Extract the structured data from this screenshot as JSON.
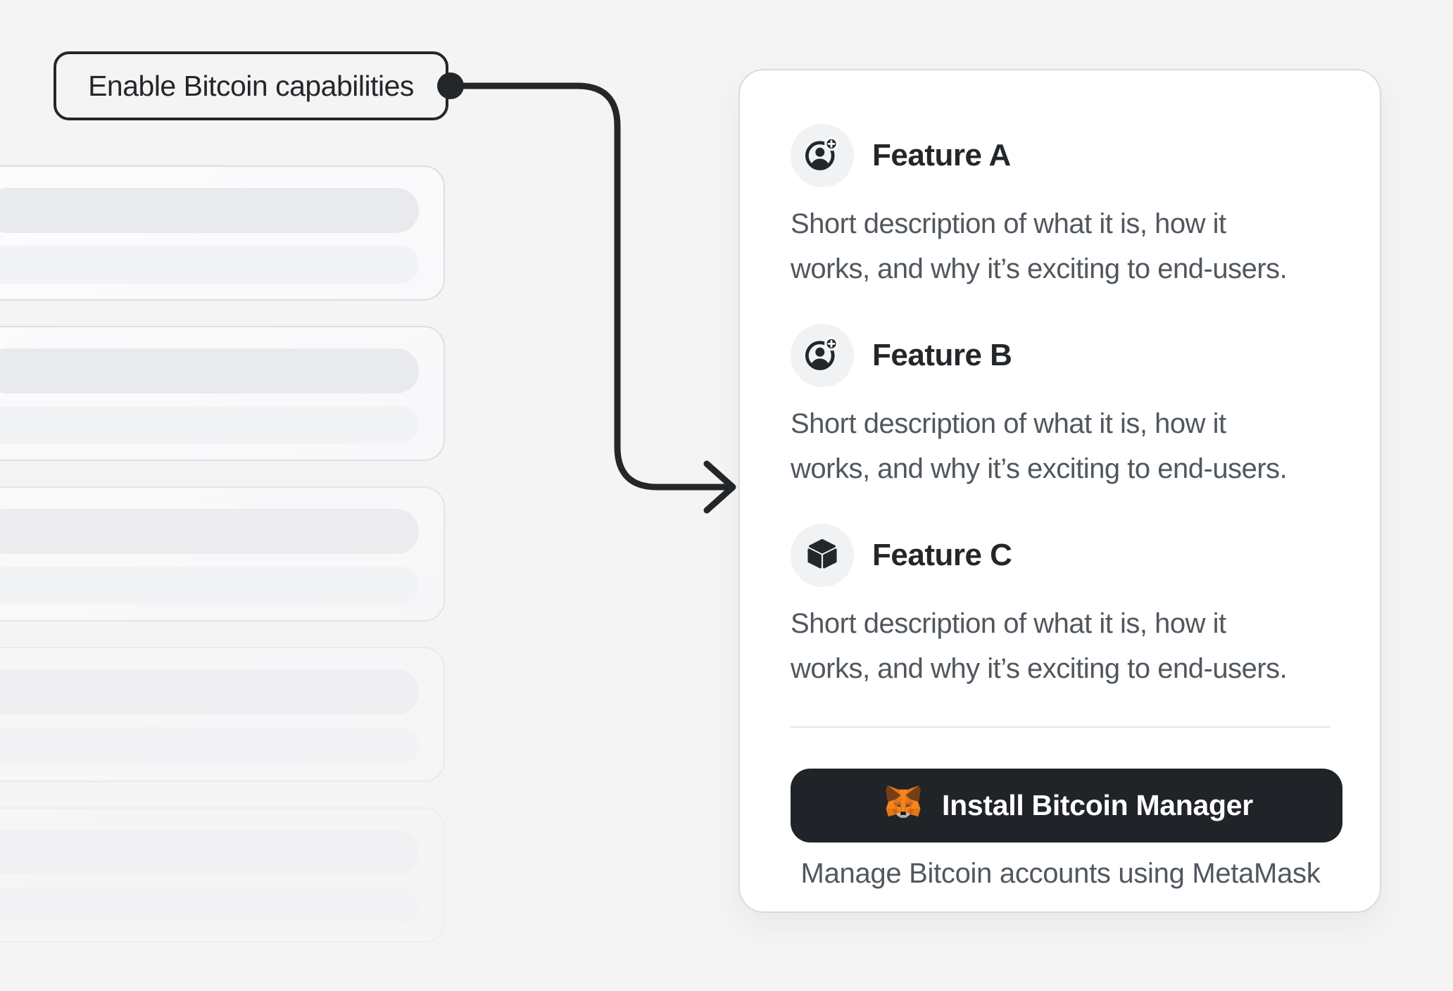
{
  "page": {
    "background_color": "#f4f4f5"
  },
  "callout": {
    "label": "Enable Bitcoin capabilities",
    "connector_color": "#24272a"
  },
  "skeleton_list": {
    "card_count": 5,
    "bars_per_card": 2,
    "bar_dark_color": "#e9eaee",
    "bar_light_color": "#f2f3f6"
  },
  "feature_panel": {
    "features": [
      {
        "title": "Feature A",
        "icon": "account-add-icon",
        "description": "Short description of what it is, how it\nworks, and why it’s exciting to end-users."
      },
      {
        "title": "Feature B",
        "icon": "account-add-icon",
        "description": "Short description of what it is, how it\nworks, and why it’s exciting to end-users."
      },
      {
        "title": "Feature C",
        "icon": "cube-icon",
        "description": "Short description of what it is, how it\nworks, and why it’s exciting to end-users."
      }
    ],
    "install_button": {
      "label": "Install Bitcoin Manager",
      "icon": "metamask-fox-icon",
      "background_color": "#202327",
      "text_color": "#ffffff"
    },
    "footnote": "Manage Bitcoin accounts using MetaMask"
  },
  "colors": {
    "ink": "#24272a",
    "text_secondary": "#50575e",
    "panel_border": "#d9dbe0",
    "divider": "#e4e6e9",
    "icon_bubble_bg": "#f1f2f4",
    "fox_orange": "#f6851b"
  }
}
